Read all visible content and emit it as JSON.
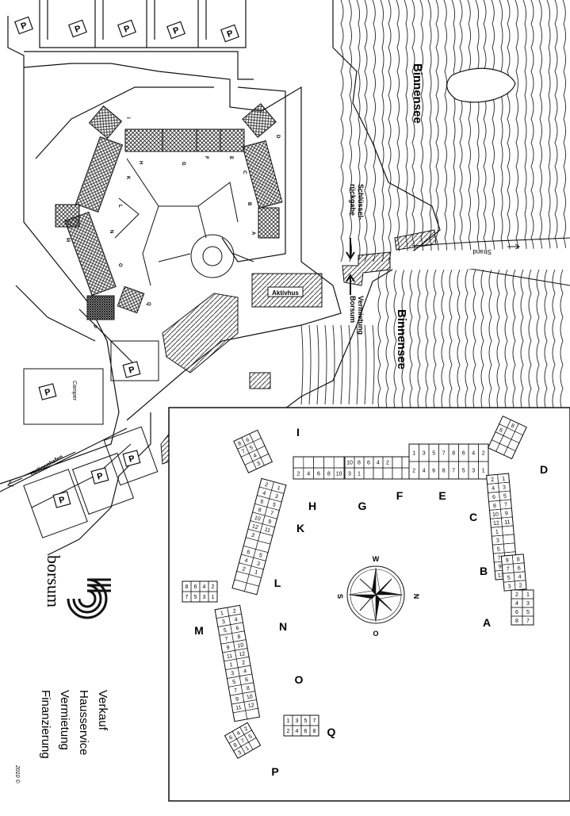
{
  "parking_label": "P",
  "lake_label": "Binnensee",
  "key_return": "Schlüssel-\nrückgabe",
  "rental": "Vermietung\nBorsum",
  "aktivhus": "Aktivhus",
  "strand": "Strand",
  "heiligenhafen": "Heiligenhafen",
  "camper": "Camper",
  "mini_labels": [
    "A",
    "B",
    "C",
    "D",
    "E",
    "F",
    "G",
    "H",
    "I",
    "K",
    "L",
    "M",
    "N",
    "O",
    "P",
    "Q"
  ],
  "detail_labels": [
    "A",
    "B",
    "C",
    "D",
    "E",
    "F",
    "G",
    "H",
    "I",
    "K",
    "L",
    "M",
    "N",
    "O",
    "P",
    "Q"
  ],
  "compass": {
    "n": "N",
    "s": "S",
    "w": "W",
    "o": "O"
  },
  "logo_text": "borsum",
  "services": [
    "Verkauf",
    "Hausservice",
    "Vermietung",
    "Finanzierung"
  ],
  "stamp": "2010 ©",
  "colors": {
    "ink": "#111111",
    "hatch": "#555555",
    "water": "#222222"
  }
}
